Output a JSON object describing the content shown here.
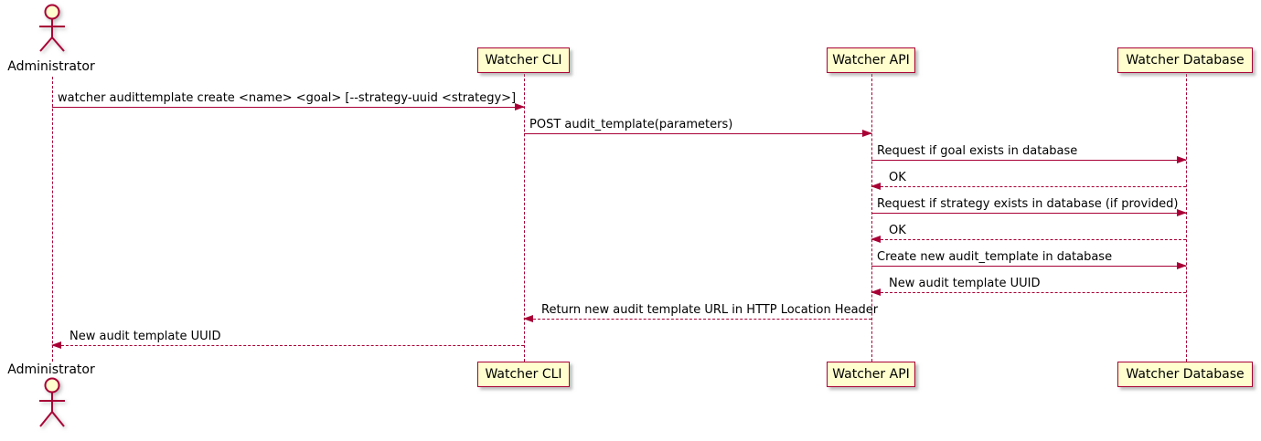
{
  "diagram": {
    "type": "sequence",
    "colors": {
      "line": "#A80036",
      "participant_fill": "#FEFECE",
      "text": "#000000",
      "background": "#FFFFFF"
    },
    "actor": {
      "label": "Administrator"
    },
    "participants": [
      {
        "id": "watcher-cli",
        "label": "Watcher CLI"
      },
      {
        "id": "watcher-api",
        "label": "Watcher API"
      },
      {
        "id": "watcher-database",
        "label": "Watcher Database"
      }
    ],
    "messages": [
      {
        "from": "Administrator",
        "to": "Watcher CLI",
        "style": "solid",
        "text": "watcher audittemplate create <name> <goal> [--strategy-uuid <strategy>]"
      },
      {
        "from": "Watcher CLI",
        "to": "Watcher API",
        "style": "solid",
        "text": "POST audit_template(parameters)"
      },
      {
        "from": "Watcher API",
        "to": "Watcher Database",
        "style": "solid",
        "text": "Request if goal exists in database"
      },
      {
        "from": "Watcher Database",
        "to": "Watcher API",
        "style": "dashed",
        "text": "OK"
      },
      {
        "from": "Watcher API",
        "to": "Watcher Database",
        "style": "solid",
        "text": "Request if strategy exists in database (if provided)"
      },
      {
        "from": "Watcher Database",
        "to": "Watcher API",
        "style": "dashed",
        "text": "OK"
      },
      {
        "from": "Watcher API",
        "to": "Watcher Database",
        "style": "solid",
        "text": "Create new audit_template in database"
      },
      {
        "from": "Watcher Database",
        "to": "Watcher API",
        "style": "dashed",
        "text": "New audit template UUID"
      },
      {
        "from": "Watcher API",
        "to": "Watcher CLI",
        "style": "dashed",
        "text": "Return new audit template URL in HTTP Location Header"
      },
      {
        "from": "Watcher CLI",
        "to": "Administrator",
        "style": "dashed",
        "text": "New audit template UUID"
      }
    ]
  }
}
